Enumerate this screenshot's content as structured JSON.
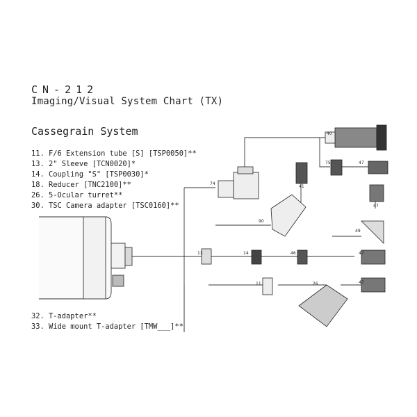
{
  "header": {
    "model": "CN-212",
    "title": "Imaging/Visual System Chart (TX)"
  },
  "section": {
    "title": "Cassegrain System"
  },
  "legend_items": [
    "11. F/6 Extension tube [S]  [TSP0050]**",
    "13. 2\" Sleeve  [TCN0020]*",
    "14. Coupling \"S\"  [TSP0030]*",
    "18. Reducer  [TNC2100]**",
    "26. 5-Ocular turret**",
    "30. TSC Camera adapter [TSC0160]**",
    "32. T-adapter**",
    "33. Wide mount T-adapter [TMW___]**"
  ],
  "callouts": [
    "40",
    "75",
    "47",
    "74",
    "41",
    "47",
    "90",
    "49",
    "13",
    "14",
    "46",
    "47",
    "11",
    "26",
    "47"
  ]
}
